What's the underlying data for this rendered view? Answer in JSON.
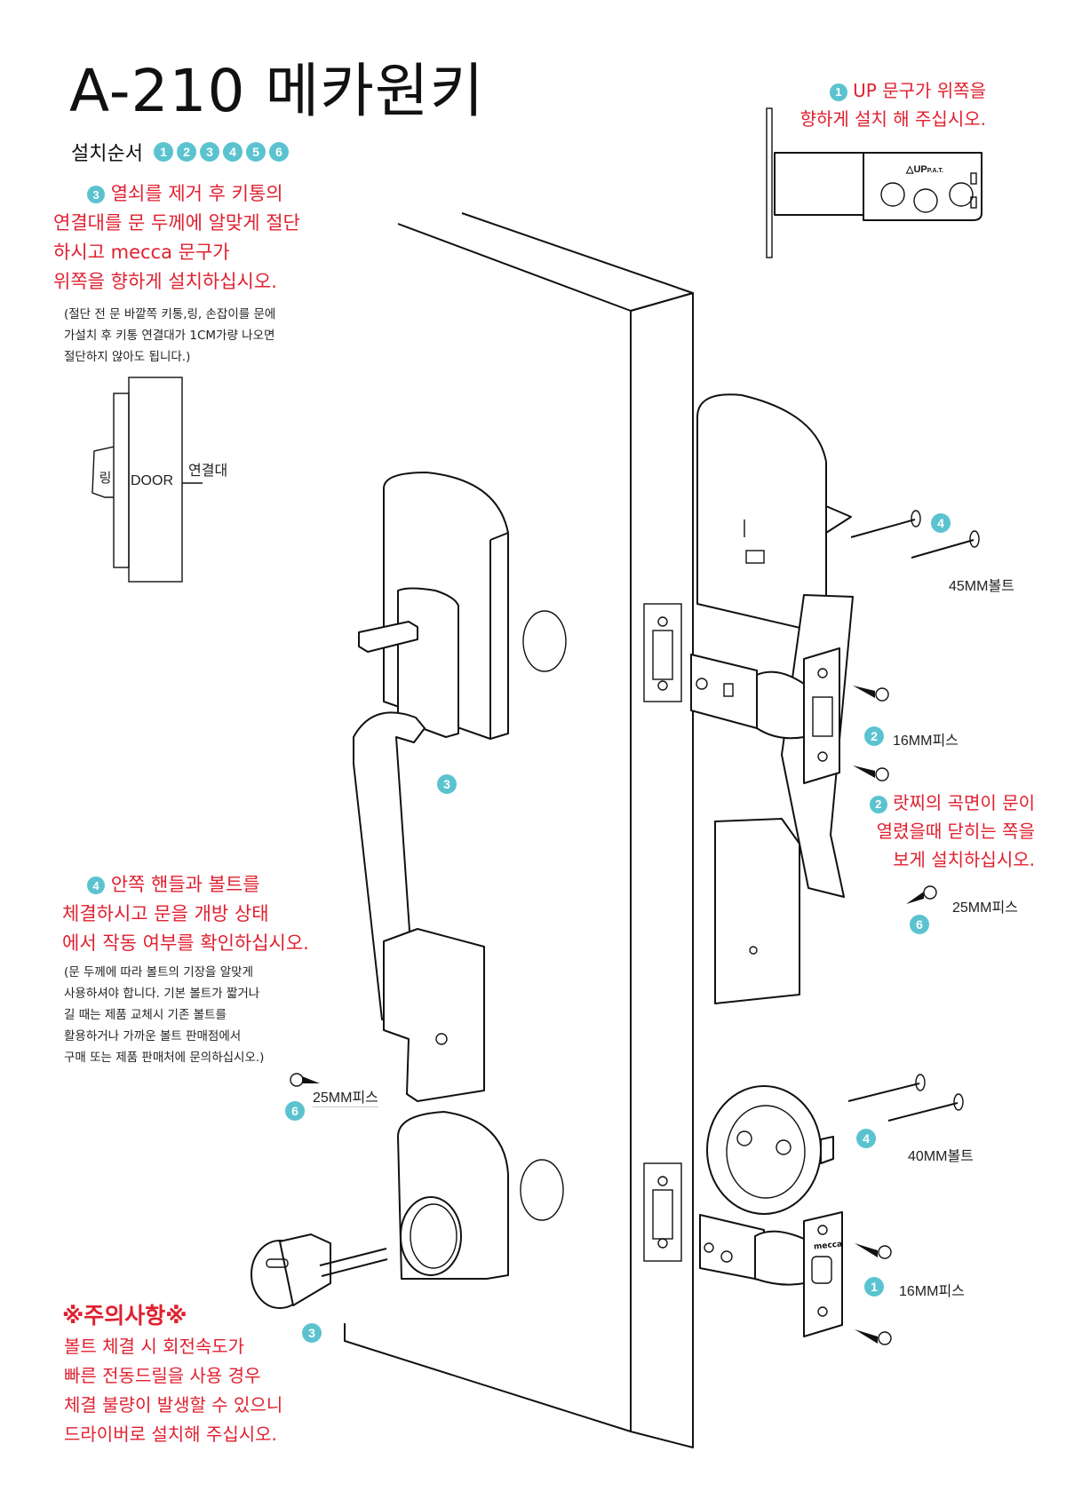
{
  "header": {
    "title": "A-210 메카원키",
    "install_order_label": "설치순서",
    "steps": [
      "1",
      "2",
      "3",
      "4",
      "5",
      "6"
    ]
  },
  "colors": {
    "accent_teal": "#5bc3d0",
    "instruction_red": "#e0202f",
    "line_black": "#111111"
  },
  "notes": {
    "step1_latch_top": {
      "badge": "1",
      "lines": [
        "UP 문구가 위쪽을",
        "향하게 설치 해 주십시오."
      ]
    },
    "step3_cylinder": {
      "badge": "3",
      "lines": [
        "열쇠를 제거 후 키통의",
        "연결대를 문 두께에 알맞게 절단",
        "하시고 mecca 문구가",
        "위쪽을 향하게 설치하십시오."
      ],
      "sub_lines": [
        "(절단 전 문 바깥쪽 키통,링, 손잡이를 문에",
        "가설치 후 키통 연결대가 1CM가량 나오면",
        "절단하지 않아도 됩니다.)"
      ]
    },
    "step2_latch_curve": {
      "badge": "2",
      "lines": [
        "랏찌의 곡면이 문이",
        "열렸을때 닫히는 쪽을",
        "보게 설치하십시오."
      ]
    },
    "step4_handle": {
      "badge": "4",
      "lines": [
        "안쪽 핸들과 볼트를",
        "체결하시고 문을 개방 상태",
        "에서 작동 여부를 확인하십시오."
      ],
      "sub_lines": [
        "(문 두께에 따라 볼트의 기장을 알맞게",
        "사용하셔야 합니다. 기본 볼트가 짧거나",
        "길 때는 제품 교체시 기존 볼트를",
        "활용하거나 가까운 볼트 판매점에서",
        "구매 또는 제품 판매처에 문의하십시오.)"
      ]
    },
    "caution": {
      "title": "※주의사항※",
      "lines": [
        "볼트 체결 시 회전속도가",
        "빠른 전동드릴을 사용 경우",
        "체결 불량이 발생할 수 있으니",
        "드라이버로 설치해 주십시오."
      ]
    }
  },
  "diagram_door_section": {
    "ring_label": "링",
    "door_label": "DOOR",
    "connector_label": "연결대"
  },
  "latch_detail": {
    "up_mark": "△UP",
    "pat_mark": "P.A.T."
  },
  "parts": {
    "bolt_45": {
      "badge": "4",
      "label": "45MM볼트"
    },
    "screw_16_upper": {
      "badge": "2",
      "label": "16MM피스"
    },
    "screw_25_right": {
      "badge": "6",
      "label": "25MM피스"
    },
    "handle_badge": "3",
    "screw_25_left": {
      "badge": "6",
      "label": "25MM피스"
    },
    "bolt_40": {
      "badge": "4",
      "label": "40MM볼트"
    },
    "screw_16_lower": {
      "badge": "1",
      "label": "16MM피스"
    },
    "cylinder_badge": "3",
    "mecca_mark": "mecca"
  }
}
